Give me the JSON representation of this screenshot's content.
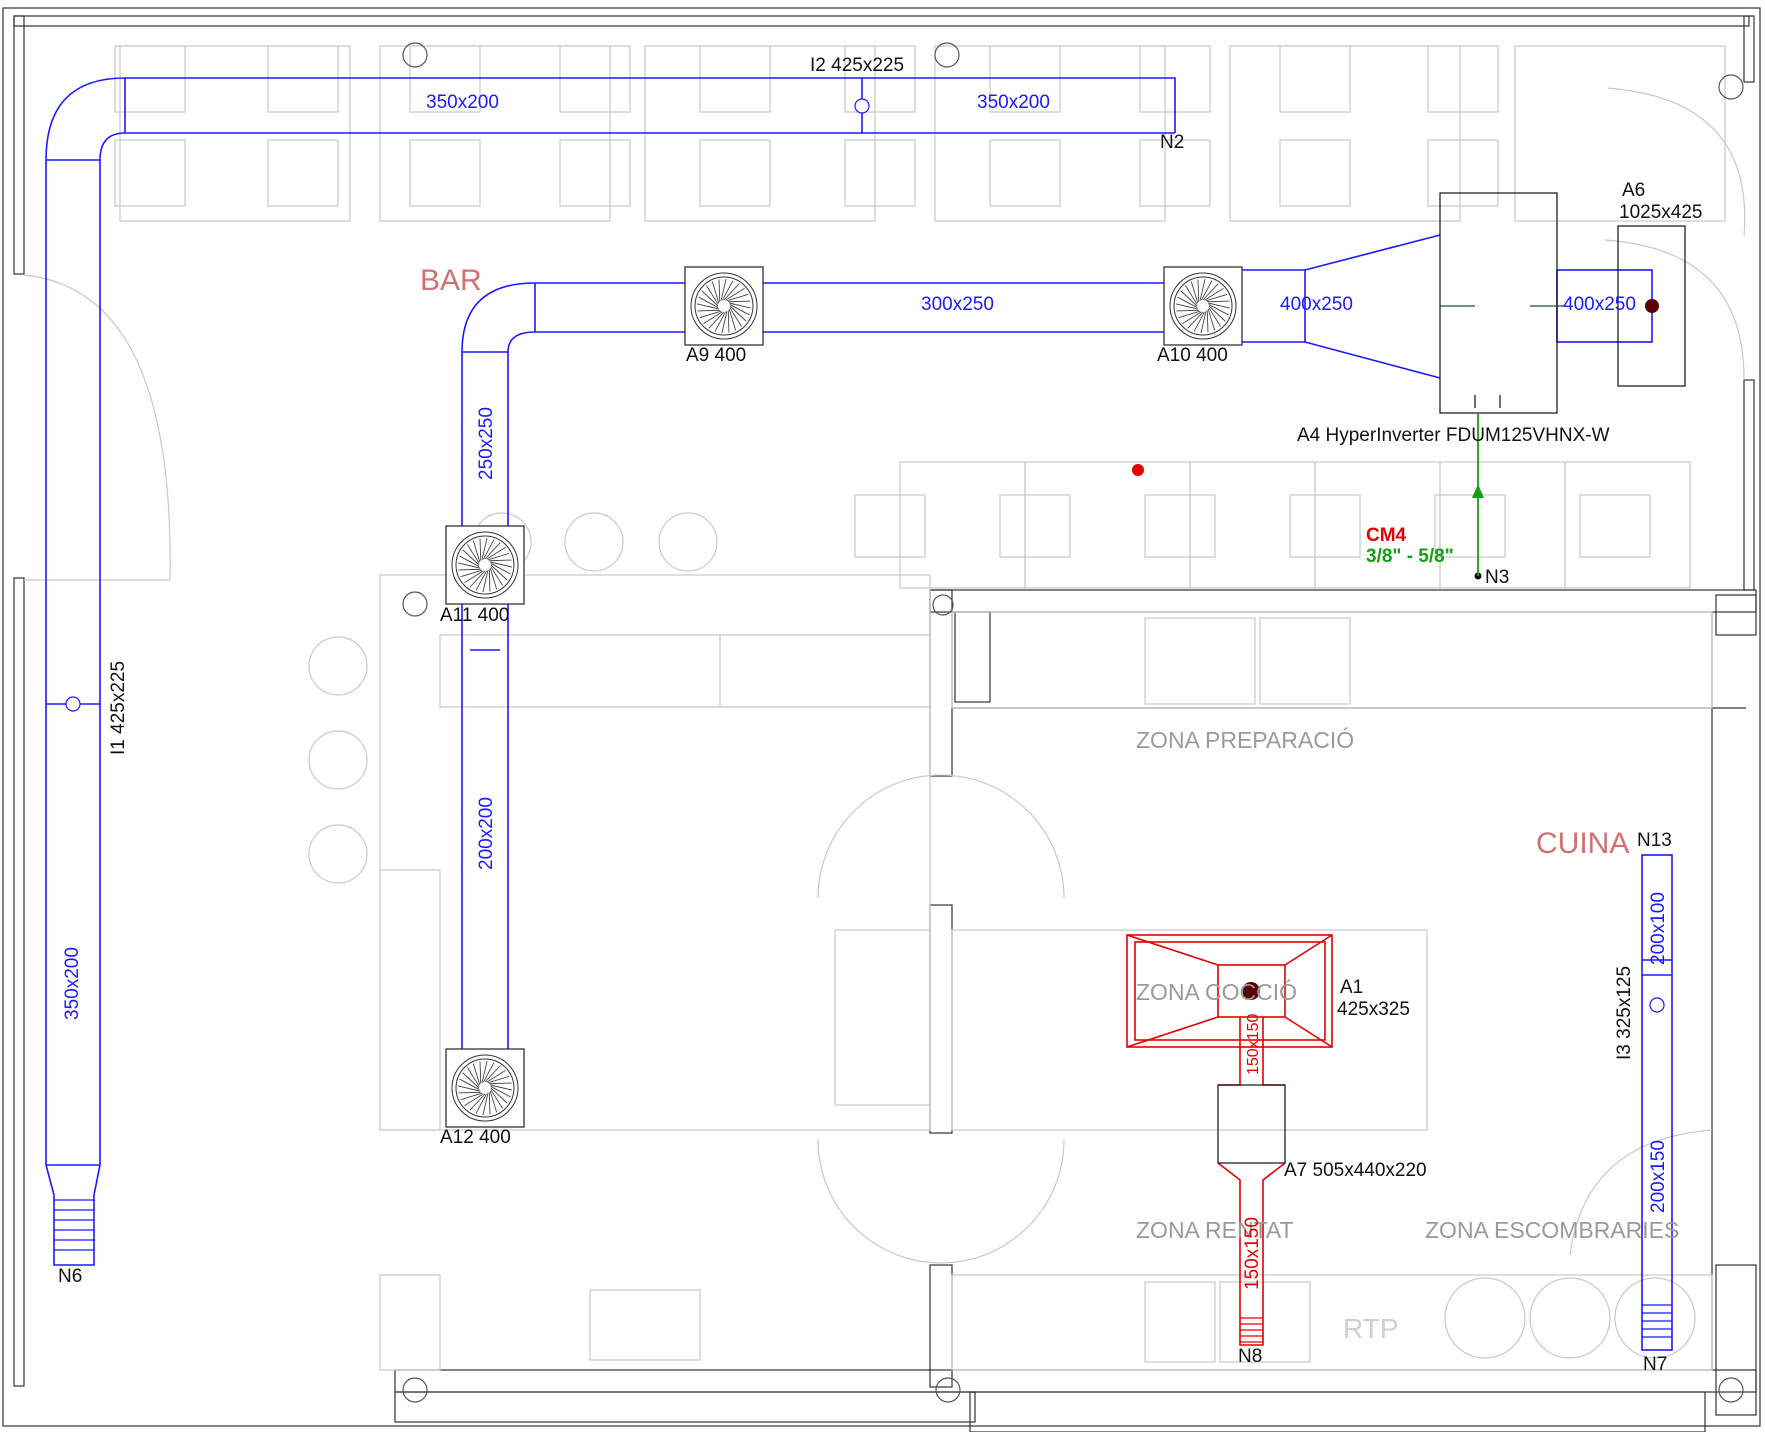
{
  "rooms": {
    "bar": "BAR",
    "cuina": "CUINA"
  },
  "zones": {
    "preparacio": "ZONA PREPARACIÓ",
    "coccio": "ZONA COCCIÓ",
    "rentat": "ZONA RENTAT",
    "escombraries": "ZONA ESCOMBRARIES",
    "rtp": "RTP"
  },
  "ducts": {
    "top_left": "350x200",
    "top_right": "350x200",
    "left_vertical": "350x200",
    "bar_main": "300x250",
    "to_unit": "400x250",
    "unit_to_a6": "400x250",
    "bar_vertical_upper": "250x250",
    "bar_vertical_lower": "200x200",
    "kitchen_upper": "150x150",
    "kitchen_lower": "150x150",
    "right_upper": "200x100",
    "right_lower": "200x150"
  },
  "terminals": {
    "i1": "I1 425x225",
    "i2": "I2 425x225",
    "i3": "I3 325x125",
    "a1_name": "A1",
    "a1_size": "425x325",
    "a4": "A4  HyperInverter FDUM125VHNX-W",
    "a6_name": "A6",
    "a6_size": "1025x425",
    "a7": "A7  505x440x220",
    "a9": "A9  400",
    "a10": "A10  400",
    "a11": "A11  400",
    "a12": "A12  400"
  },
  "nodes": {
    "n2": "N2",
    "n3": "N3",
    "n6": "N6",
    "n7": "N7",
    "n8": "N8",
    "n13": "N13"
  },
  "refrigerant": {
    "label": "CM4",
    "size": "3/8\" - 5/8\""
  },
  "colors": {
    "supply_duct": "#1a1aff",
    "extract_duct": "#e60000",
    "refrigerant_line": "#12a012",
    "room_label": "#d27070",
    "zone_label": "#9a9a9a"
  }
}
